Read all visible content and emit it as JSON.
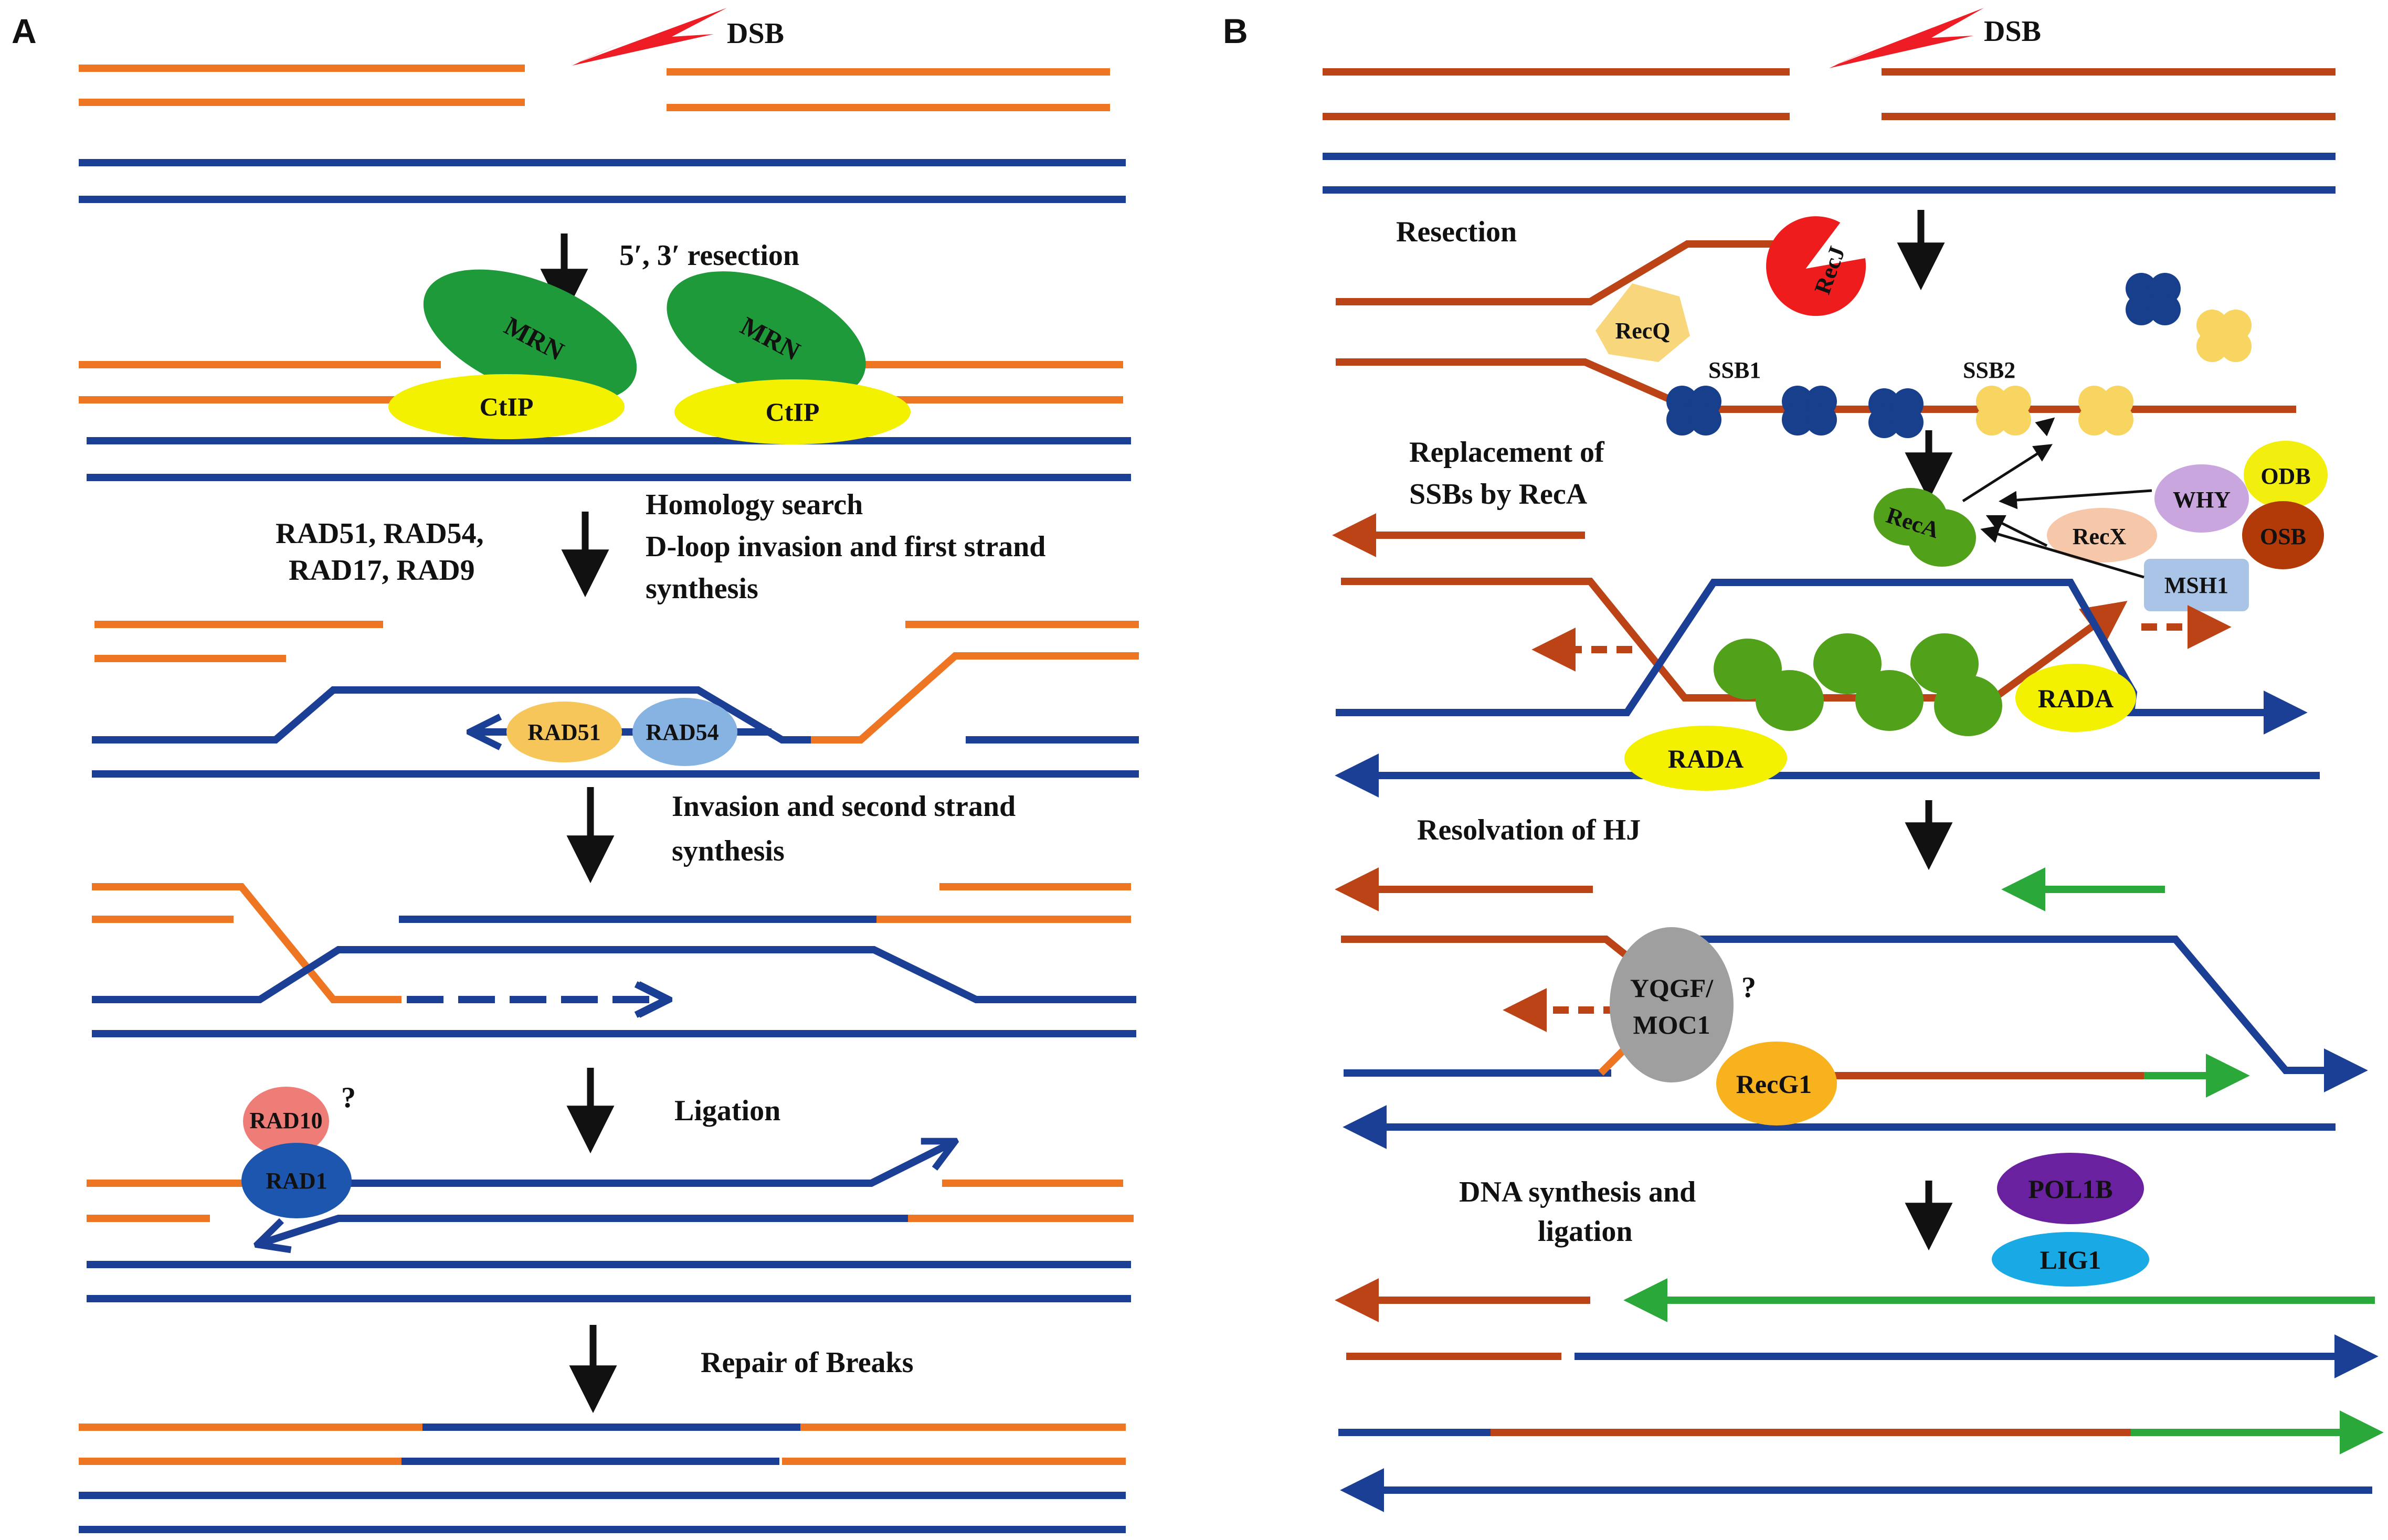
{
  "panelA": {
    "letter": "A",
    "dsb": "DSB",
    "step1": "5′, 3′ resection",
    "mrn1": "MRN",
    "ctip1": "CtIP",
    "mrn2": "MRN",
    "ctip2": "CtIP",
    "factors_l1": "RAD51, RAD54,",
    "factors_l2": "RAD17, RAD9",
    "step2_l1": "Homology search",
    "step2_l2": "D-loop invasion and first strand",
    "step2_l3": "synthesis",
    "rad51": "RAD51",
    "rad54": "RAD54",
    "step3_l1": "Invasion and second strand",
    "step3_l2": "synthesis",
    "step4": "Ligation",
    "rad10": "RAD10",
    "rad1": "RAD1",
    "q": "?",
    "step5": "Repair of Breaks"
  },
  "panelB": {
    "letter": "B",
    "dsb": "DSB",
    "step1": "Resection",
    "recj": "RecJ",
    "recq": "RecQ",
    "ssb1": "SSB1",
    "ssb2": "SSB2",
    "step2_l1": "Replacement of",
    "step2_l2": "SSBs by RecA",
    "reca": "RecA",
    "recx": "RecX",
    "why": "WHY",
    "odb": "ODB",
    "osb": "OSB",
    "msh1": "MSH1",
    "rada1": "RADA",
    "rada2": "RADA",
    "step3": "Resolvation of HJ",
    "yqgf_l1": "YQGF/",
    "yqgf_l2": "MOC1",
    "q": "?",
    "recg1": "RecG1",
    "step4_l1": "DNA synthesis and",
    "step4_l2": "ligation",
    "pol1b": "POL1B",
    "lig1": "LIG1"
  },
  "colors": {
    "orange": "#ee7522",
    "navy": "#1b3f95",
    "brown": "#bb4316",
    "green": "#2aa839",
    "mrn": "#1e9a3a",
    "yellow": "#f3f000",
    "rad51": "#f6c65a",
    "rad54": "#86b3e1",
    "rad10": "#ee7d78",
    "rad1": "#1d56ae",
    "ssb1": "#173f8c",
    "ssb2": "#f8d461",
    "reca": "#52a11a",
    "recj": "#ee1c1c",
    "recq": "#f8d67c",
    "recx": "#f6c7a8",
    "why": "#c9a6de",
    "odb": "#f2ee0e",
    "osb": "#b13a08",
    "msh1": "#a9c4e6",
    "yqgf": "#9f9f9f",
    "recg1": "#f7b21e",
    "pol1b": "#6a21a0",
    "lig1": "#19a9e5",
    "lightning": "#ee1c24"
  }
}
